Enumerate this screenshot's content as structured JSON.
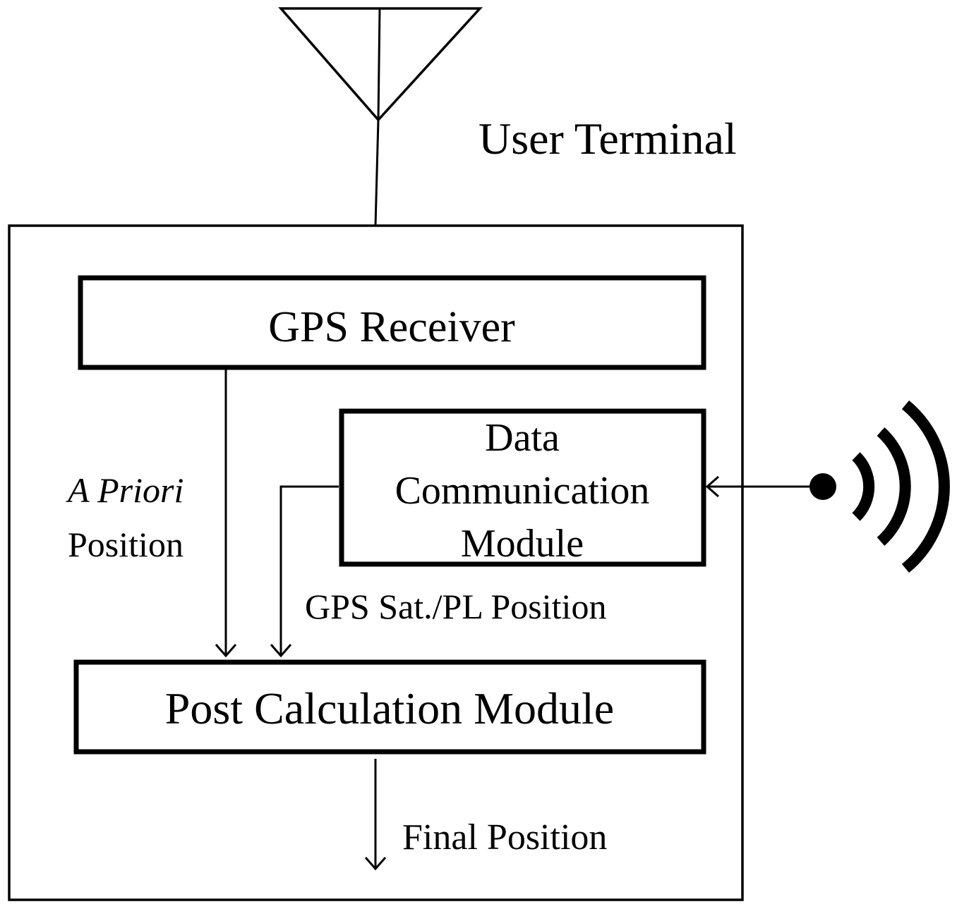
{
  "terminal": {
    "title": "User Terminal"
  },
  "gps_receiver": {
    "label": "GPS Receiver"
  },
  "data_comm_module": {
    "lines": [
      "Data",
      "Communication",
      "Module"
    ]
  },
  "post_calc_module": {
    "label": "Post Calculation Module"
  },
  "labels": {
    "a_priori_italic": "A Priori",
    "a_priori_position": "Position",
    "gps_sat_pl_position": "GPS Sat./PL Position",
    "final_position": "Final Position"
  },
  "icons": [
    "antenna-icon",
    "wireless-signal-icon"
  ],
  "colors": {
    "stroke": "#000000",
    "background": "#ffffff"
  }
}
